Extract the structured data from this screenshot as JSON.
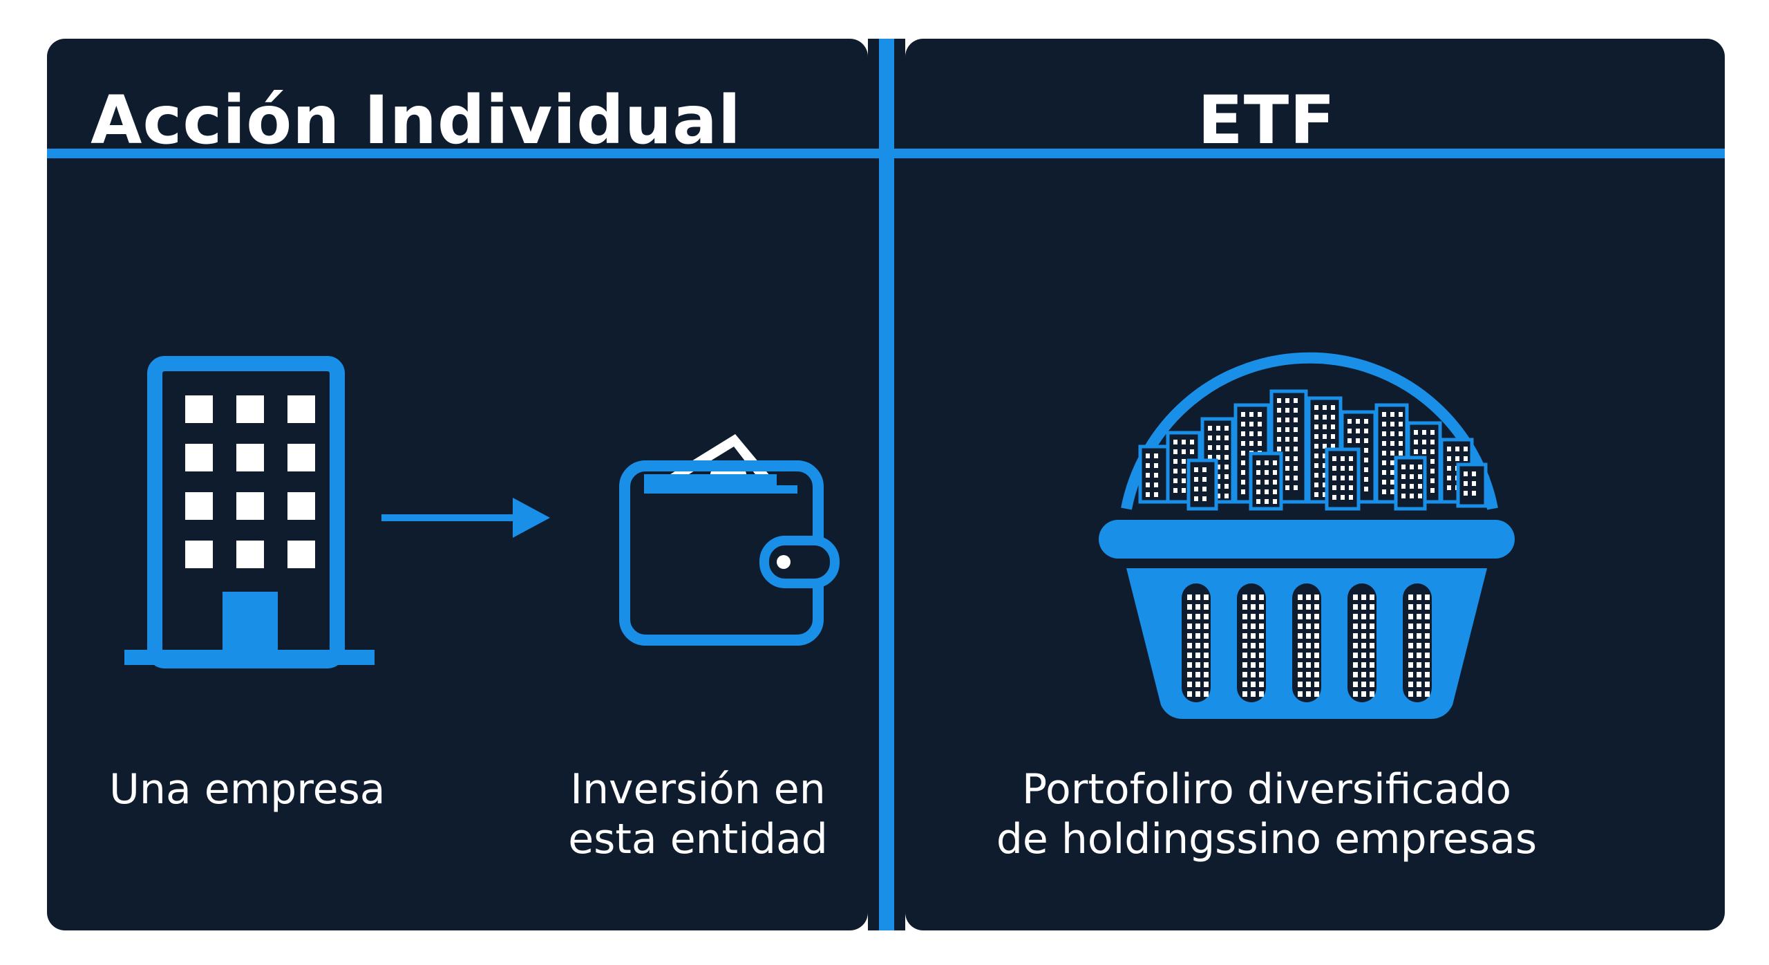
{
  "left_panel": {
    "title": "Acción Individual",
    "company_label": "Una empresa",
    "investment_label_line1": "Inversión en",
    "investment_label_line2": "esta entidad"
  },
  "right_panel": {
    "title": "ETF",
    "portfolio_label_line1": "Portofoliro diversificado",
    "portfolio_label_line2": "de holdingssino empresas"
  },
  "colors": {
    "background": "#0f1c2e",
    "accent": "#1a8fe8",
    "text": "#ffffff"
  },
  "icons": [
    "building-icon",
    "arrow-right-icon",
    "wallet-icon",
    "basket-icon"
  ]
}
